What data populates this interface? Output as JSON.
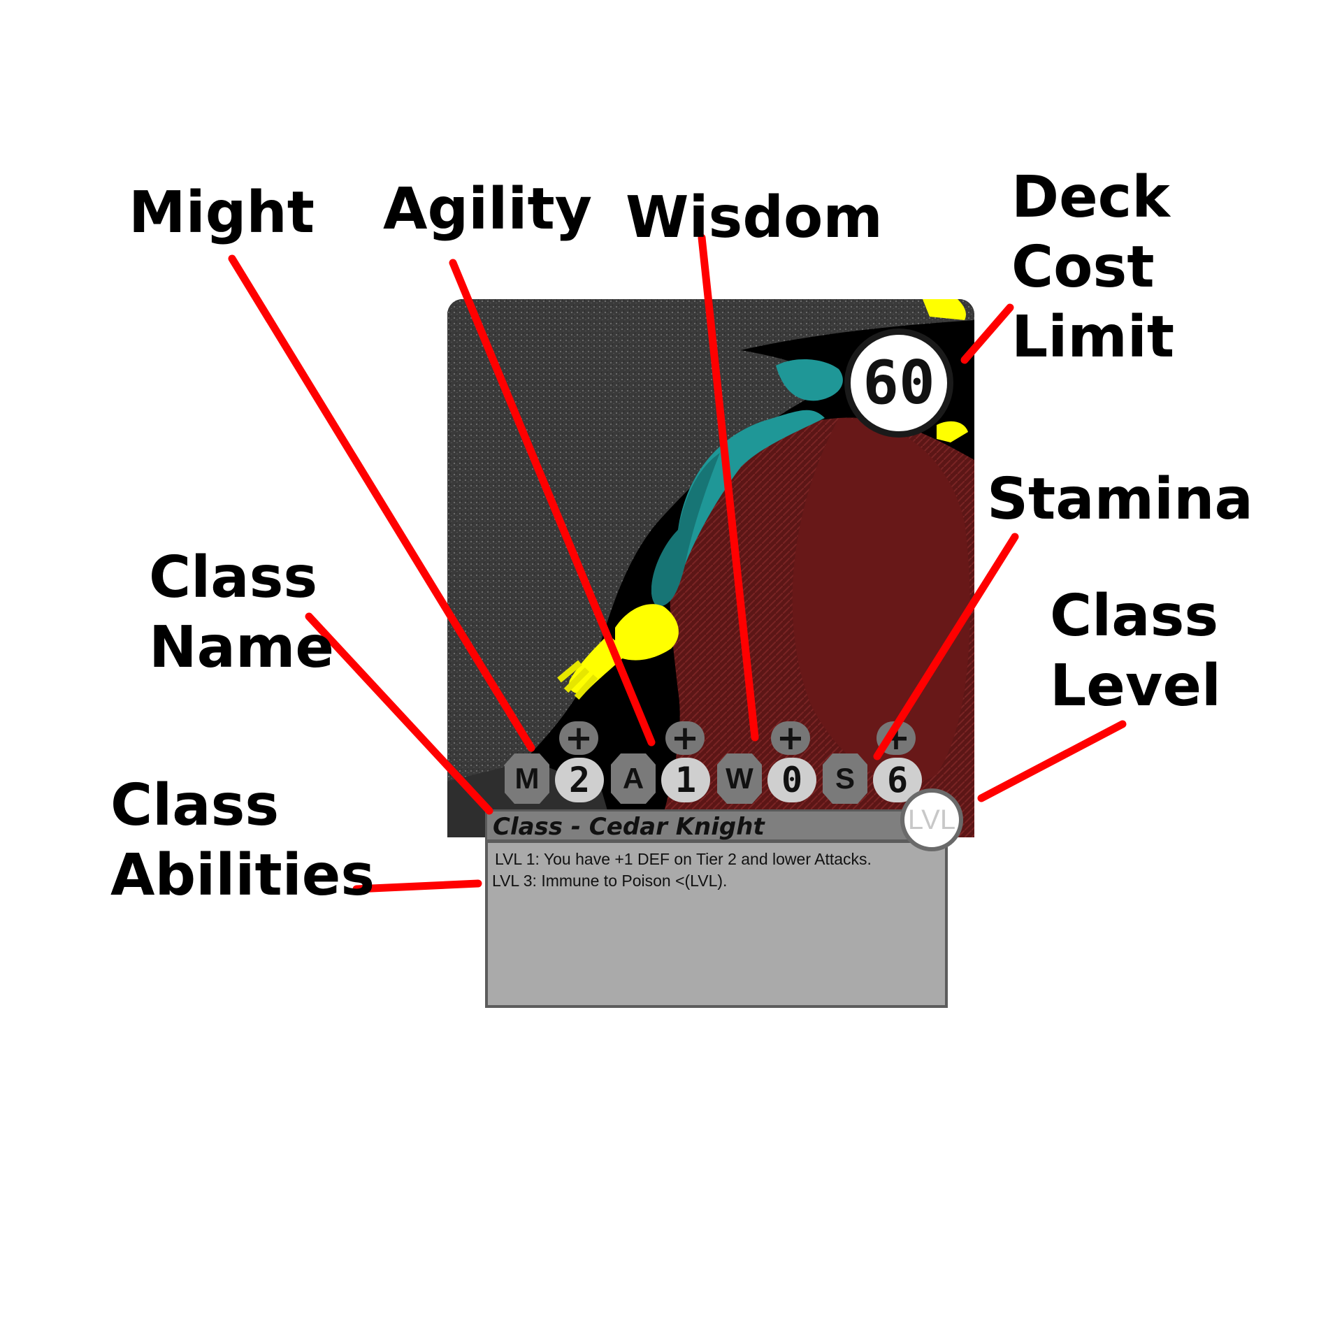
{
  "callouts": {
    "might": "Might",
    "agility": "Agility",
    "wisdom": "Wisdom",
    "deck_cost_limit": "Deck\nCost\nLimit",
    "stamina": "Stamina",
    "class_level": "Class\nLevel",
    "class_name": "Class\nName",
    "class_abilities": "Class\nAbilities"
  },
  "card": {
    "deck_cost": "60",
    "stats": [
      {
        "letter": "M",
        "value": "2",
        "plus": "+"
      },
      {
        "letter": "A",
        "value": "1",
        "plus": "+"
      },
      {
        "letter": "W",
        "value": "0",
        "plus": "+"
      },
      {
        "letter": "S",
        "value": "6",
        "plus": "+"
      }
    ],
    "class_title": "Class - Cedar Knight",
    "abilities": [
      "LVL 1: You have +1 DEF on Tier 2 and lower Attacks.",
      "LVL 3: Immune to Poison <(LVL)."
    ],
    "level_badge": "LVL"
  },
  "colors": {
    "leader_line": "#ff0000",
    "figure_teal": "#1f9797",
    "figure_red": "#6e1a1a",
    "figure_yellow": "#ffff00",
    "ability_box": "#aaaaaa",
    "title_bar": "#7f7f7f"
  }
}
